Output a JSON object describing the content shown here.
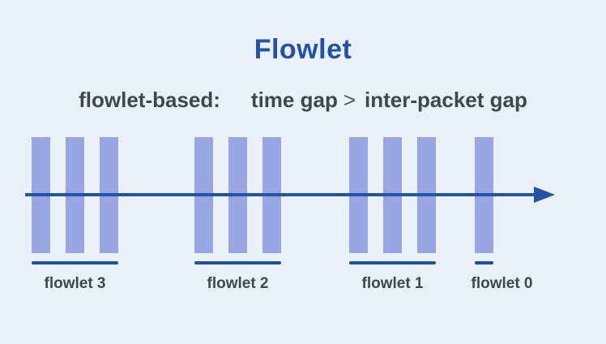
{
  "title": "Flowlet",
  "subtitle": {
    "prefix": "flowlet-based:",
    "left_term": "time gap",
    "comparator": ">",
    "right_term": "inter-packet gap"
  },
  "timeline": {
    "direction": "left-to-right",
    "arrowhead": "arrow-right-icon"
  },
  "groups": [
    {
      "label": "flowlet 3",
      "packets": 3
    },
    {
      "label": "flowlet 2",
      "packets": 3
    },
    {
      "label": "flowlet 1",
      "packets": 3
    },
    {
      "label": "flowlet 0",
      "packets": 1
    }
  ],
  "colors": {
    "background": "#e9f0f8",
    "packet_bar": "#98a7e4",
    "axis": "#2253a5",
    "underline": "#1d509f",
    "title": "#2151a8",
    "text": "#3e4751"
  }
}
